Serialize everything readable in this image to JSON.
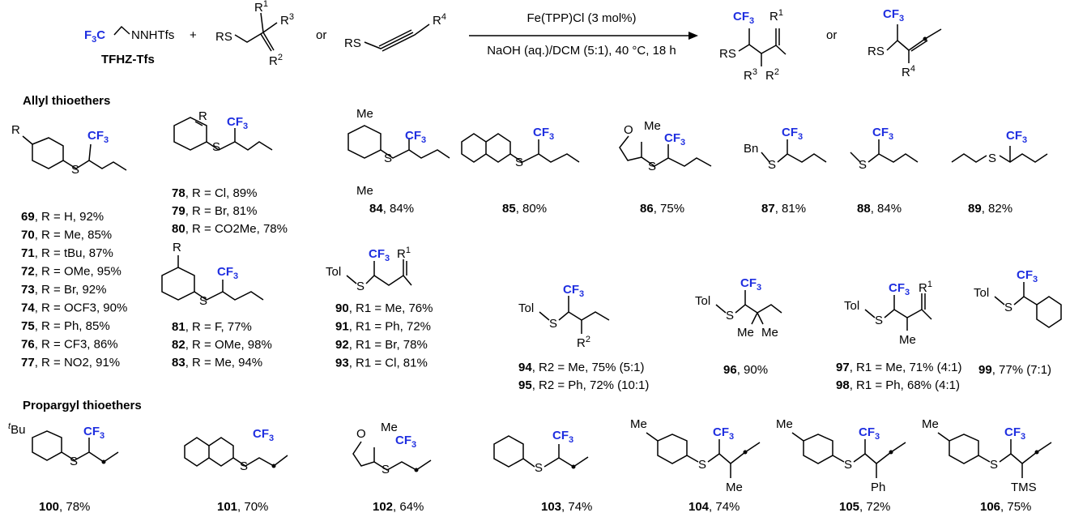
{
  "scheme": {
    "reagent_label": "TFHZ-Tfs",
    "reagent_formula_prefix": "F3C",
    "reagent_formula_suffix": "NNHTfs",
    "plus": "+",
    "or": "or",
    "sm_rs": "RS",
    "conditions_top": "Fe(TPP)Cl (3 mol%)",
    "conditions_bottom": "NaOH (aq.)/DCM (5:1), 40 °C, 18 h",
    "cf3": "CF3",
    "r1": "R1",
    "r2": "R2",
    "r3": "R3",
    "r4": "R4"
  },
  "sections": {
    "allyl_title": "Allyl thioethers",
    "propargyl_title": "Propargyl thioethers"
  },
  "common": {
    "cf3": "CF3",
    "tol": "Tol",
    "s": "S",
    "me": "Me",
    "r": "R",
    "r1": "R1",
    "r2": "R2"
  },
  "allyl_products": {
    "p69_77": [
      {
        "num": "69",
        "text": ", R = H, 92%"
      },
      {
        "num": "70",
        "text": ", R = Me, 85%"
      },
      {
        "num": "71",
        "text": ", R = tBu, 87%"
      },
      {
        "num": "72",
        "text": ", R = OMe, 95%"
      },
      {
        "num": "73",
        "text": ", R = Br, 92%"
      },
      {
        "num": "74",
        "text": ", R = OCF3, 90%"
      },
      {
        "num": "75",
        "text": ", R = Ph, 85%"
      },
      {
        "num": "76",
        "text": ", R = CF3, 86%"
      },
      {
        "num": "77",
        "text": ", R = NO2, 91%"
      }
    ],
    "p78_80": [
      {
        "num": "78",
        "text": ", R = Cl, 89%"
      },
      {
        "num": "79",
        "text": ", R = Br, 81%"
      },
      {
        "num": "80",
        "text": ", R = CO2Me, 78%"
      }
    ],
    "p81_83": [
      {
        "num": "81",
        "text": ", R = F, 77%"
      },
      {
        "num": "82",
        "text": ", R = OMe, 98%"
      },
      {
        "num": "83",
        "text": ", R = Me, 94%"
      }
    ],
    "p90_93": [
      {
        "num": "90",
        "text": ", R1 = Me, 76%"
      },
      {
        "num": "91",
        "text": ", R1 = Ph, 72%"
      },
      {
        "num": "92",
        "text": ", R1 = Br, 78%"
      },
      {
        "num": "93",
        "text": ", R1 = Cl, 81%"
      }
    ],
    "p94_95": [
      {
        "num": "94",
        "text": ", R2 = Me, 75% (5:1)"
      },
      {
        "num": "95",
        "text": ", R2 = Ph, 72% (10:1)"
      }
    ],
    "p97_98": [
      {
        "num": "97",
        "text": ", R1 = Me, 71% (4:1)"
      },
      {
        "num": "98",
        "text": ", R1 = Ph, 68% (4:1)"
      }
    ],
    "singles": {
      "p84": {
        "num": "84",
        "text": ", 84%"
      },
      "p85": {
        "num": "85",
        "text": ", 80%"
      },
      "p86": {
        "num": "86",
        "text": ", 75%"
      },
      "p87": {
        "num": "87",
        "text": ", 81%",
        "group": "Bn"
      },
      "p88": {
        "num": "88",
        "text": ", 84%"
      },
      "p89": {
        "num": "89",
        "text": ", 82%"
      },
      "p96": {
        "num": "96",
        "text": ", 90%"
      },
      "p99": {
        "num": "99",
        "text": ", 77% (7:1)"
      }
    }
  },
  "propargyl_products": [
    {
      "num": "100",
      "text": ", 78%",
      "sub": "tBu"
    },
    {
      "num": "101",
      "text": ", 70%"
    },
    {
      "num": "102",
      "text": ", 64%",
      "sub": "Me"
    },
    {
      "num": "103",
      "text": ", 74%"
    },
    {
      "num": "104",
      "text": ", 74%",
      "sub": "Me"
    },
    {
      "num": "105",
      "text": ", 72%",
      "sub": "Ph"
    },
    {
      "num": "106",
      "text": ", 75%",
      "sub": "TMS"
    }
  ]
}
